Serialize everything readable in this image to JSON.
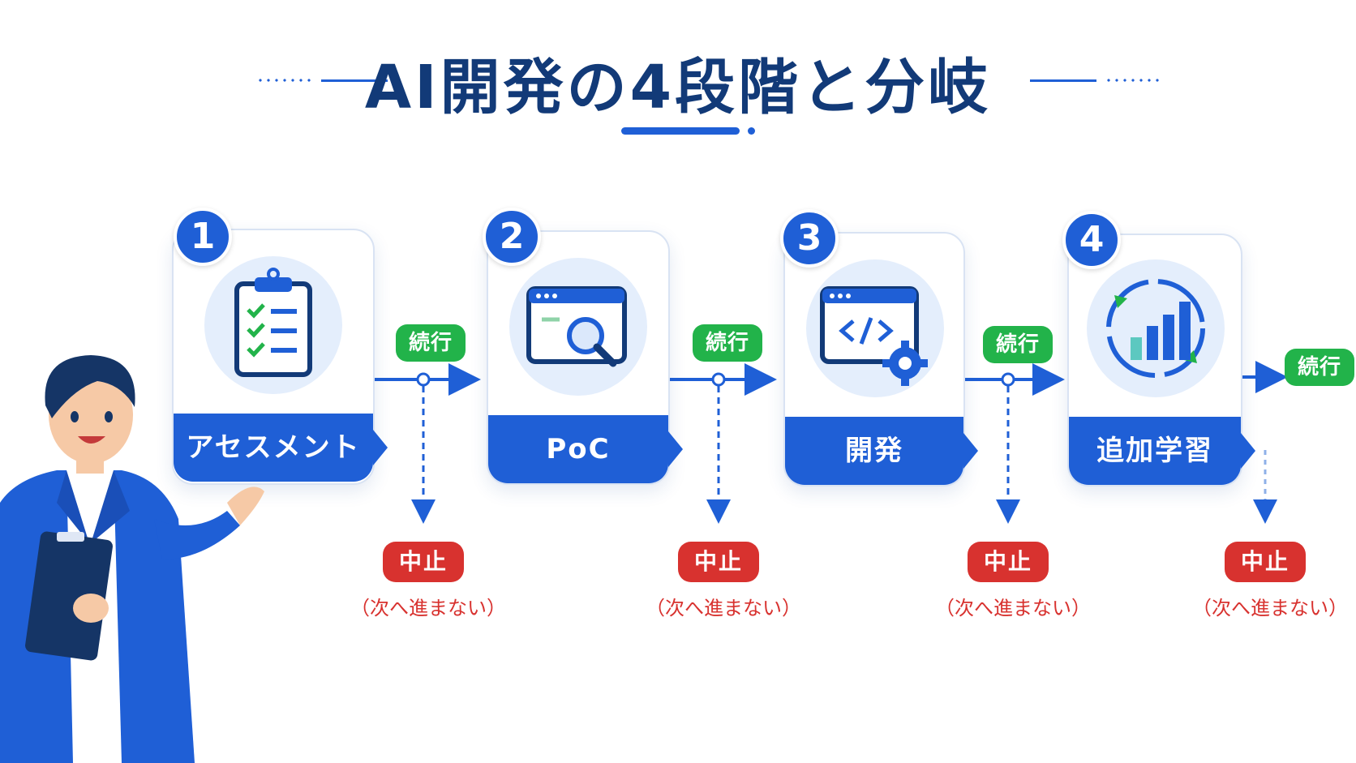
{
  "title": "AI開発の4段階と分岐",
  "stages": [
    {
      "number": "1",
      "label": "アセスメント",
      "icon": "clipboard-checklist-icon"
    },
    {
      "number": "2",
      "label": "PoC",
      "icon": "browser-search-icon"
    },
    {
      "number": "3",
      "label": "開発",
      "icon": "code-gear-icon"
    },
    {
      "number": "4",
      "label": "追加学習",
      "icon": "cycle-chart-icon"
    }
  ],
  "continue_label": "続行",
  "stop_label": "中止",
  "stop_note": "（次へ進まない）",
  "colors": {
    "primary": "#1f5fd6",
    "title": "#123a78",
    "continue": "#22b34a",
    "stop": "#d8322f",
    "icon_bg": "#e4eefc"
  }
}
